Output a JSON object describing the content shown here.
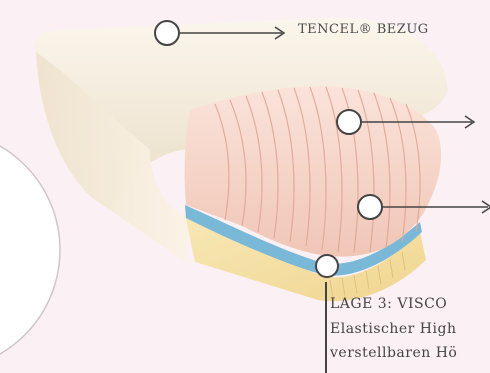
{
  "labels": {
    "cover": "TENCEL® BEZUG",
    "layer3_title": "LAGE 3: VISCO",
    "layer3_line1": "Elastischer High",
    "layer3_line2": "verstellbaren Hö"
  },
  "colors": {
    "background": "#fbf1f4",
    "pillow_cream": "#f3ead8",
    "pillow_pink": "#f4cfc2",
    "foam_blue": "#7ab8d8",
    "foam_yellow": "#f3dc9a",
    "callout_line": "#444444"
  },
  "icons": [
    "arrow-right-icon",
    "callout-circle-icon"
  ]
}
